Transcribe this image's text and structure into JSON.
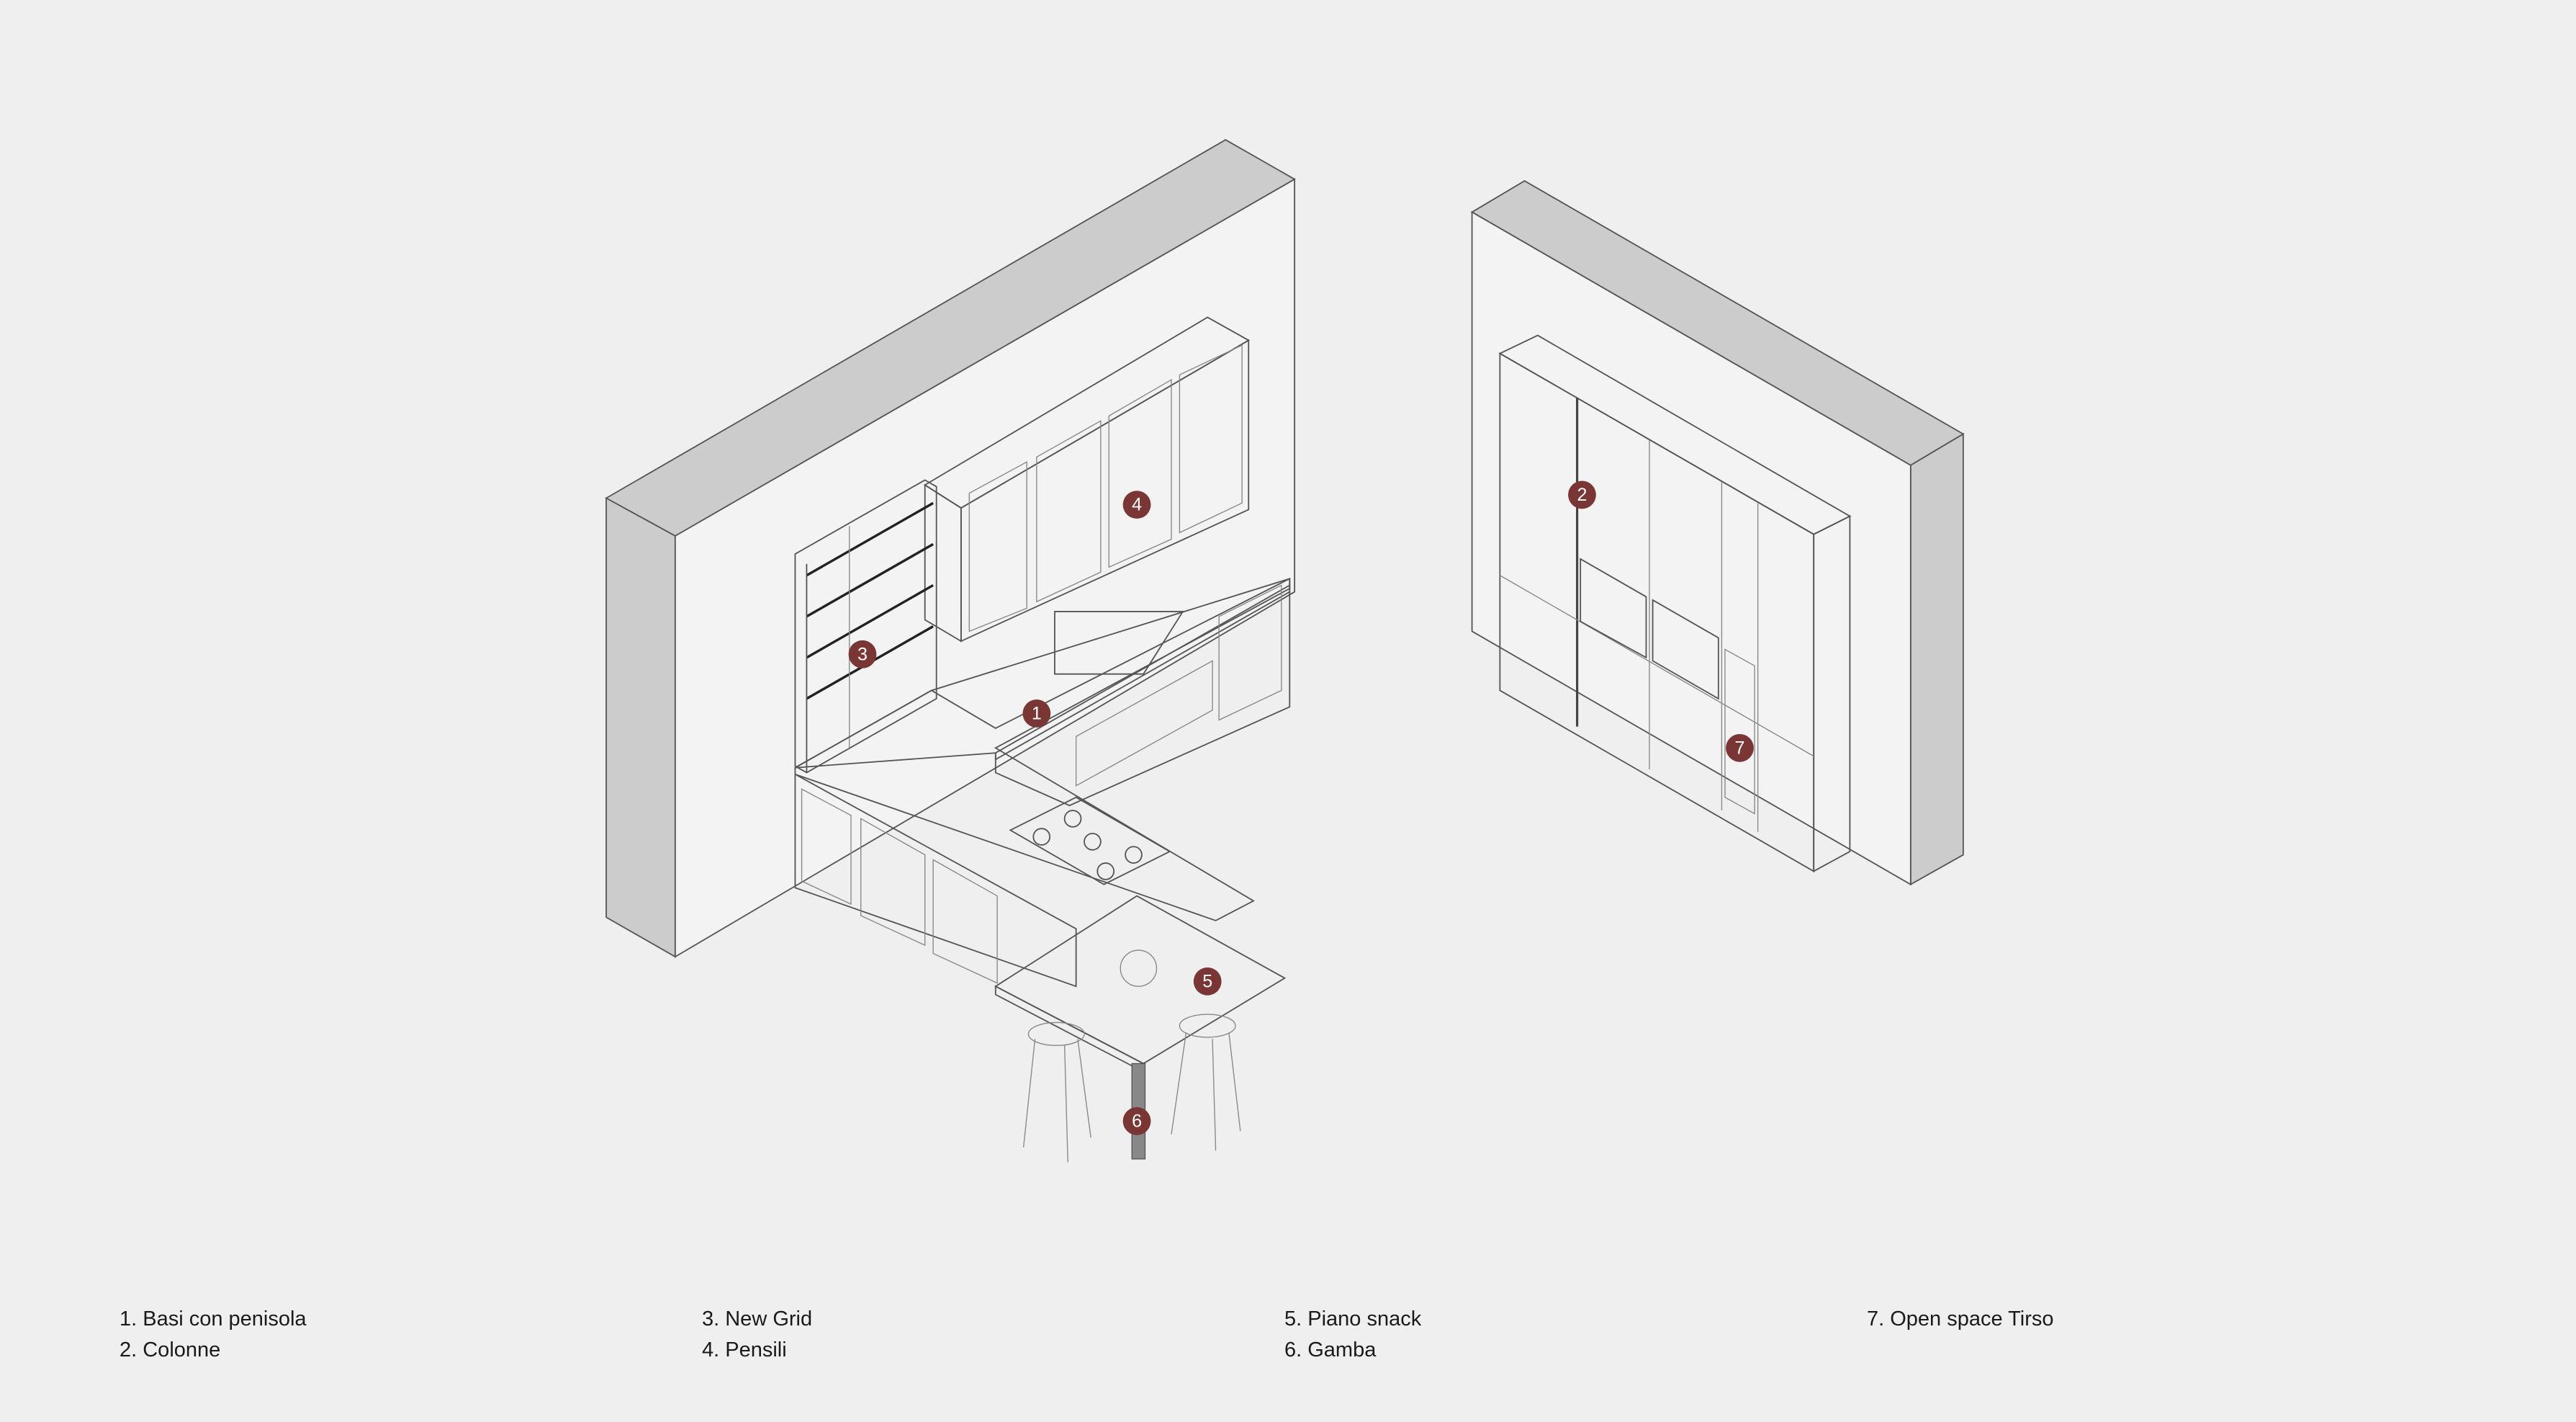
{
  "colors": {
    "background": "#efefef",
    "marker": "#7a3535",
    "wall_side": "#cccccc",
    "wall_front": "#f3f3f3"
  },
  "markers": [
    {
      "number": "1",
      "label": "Basi con penisola"
    },
    {
      "number": "2",
      "label": "Colonne"
    },
    {
      "number": "3",
      "label": "New Grid"
    },
    {
      "number": "4",
      "label": "Pensili"
    },
    {
      "number": "5",
      "label": "Piano snack"
    },
    {
      "number": "6",
      "label": "Gamba"
    },
    {
      "number": "7",
      "label": "Open space Tirso"
    }
  ],
  "legend": [
    [
      "1. Basi con penisola",
      "2. Colonne"
    ],
    [
      "3. New Grid",
      "4. Pensili"
    ],
    [
      "5. Piano snack",
      "6. Gamba"
    ],
    [
      "7. Open space Tirso"
    ]
  ]
}
